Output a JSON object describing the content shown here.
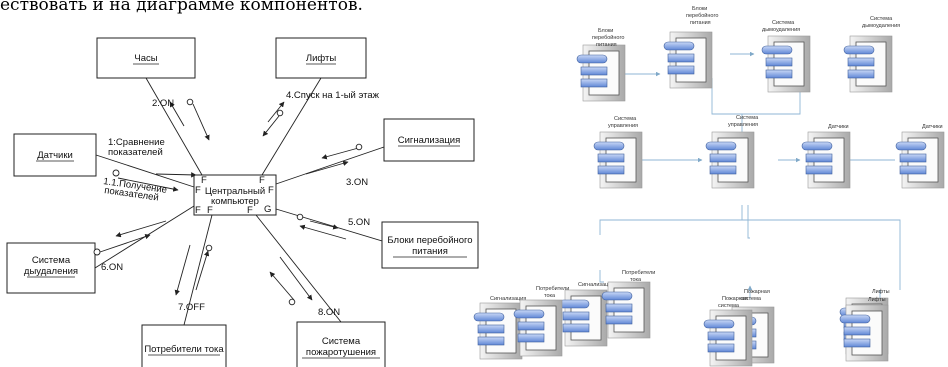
{
  "header": {
    "text": "ествовать и на диаграмме компонентов."
  },
  "collaboration": {
    "center": {
      "line1": "Центральный",
      "line2": "компьютер",
      "port": "F",
      "port_g": "G"
    },
    "objects": {
      "clock": "Часы",
      "lifts": "Лифты",
      "sensors": "Датчики",
      "alarm": "Сигнализация",
      "ventilation_l1": "Система",
      "ventilation_l2": "дыудаления",
      "ups_l1": "Блоки перебойного",
      "ups_l2": "питания",
      "consumers": "Потребители тока",
      "fire_l1": "Система",
      "fire_l2": "пожаротушения"
    },
    "messages": {
      "m_clock": "2.ON",
      "m_lifts": "4.Спуск на 1-ый этаж",
      "m_compare_l1": "1:Сравнение",
      "m_compare_l2": "показателей",
      "m_get_l1": "1.1.Получение",
      "m_get_l2": "показателей",
      "m_alarm": "3.ON",
      "m_ups": "5.ON",
      "m_vent": "6.ON",
      "m_consumers": "7.OFF",
      "m_fire": "8.ON"
    }
  },
  "components": {
    "ups_a_l1": "Блоки",
    "ups_a_l2": "перебойного",
    "ups_a_l3": "питания",
    "ups_b_l1": "Блоки",
    "ups_b_l2": "перебойного",
    "ups_b_l3": "питания",
    "vent_a_l1": "Система",
    "vent_a_l2": "дымоудаления",
    "vent_b_l1": "Система",
    "vent_b_l2": "дымоудаления",
    "ctrl_a_l1": "Система",
    "ctrl_a_l2": "управления",
    "ctrl_b_l1": "Система",
    "ctrl_b_l2": "управления",
    "sensors_a": "Датчики",
    "sensors_b": "Датчики",
    "alarm_a": "Сигнализация",
    "alarm_b": "Сигнализация",
    "fire_a_l1": "Пожарная",
    "fire_a_l2": "система",
    "fire_b_l1": "Пожарная",
    "fire_b_l2": "система",
    "lifts_a": "Лифты",
    "lifts_b": "Лифты",
    "cons_a_l1": "Потребители",
    "cons_a_l2": "тока",
    "cons_b_l1": "Потребители",
    "cons_b_l2": "тока"
  }
}
